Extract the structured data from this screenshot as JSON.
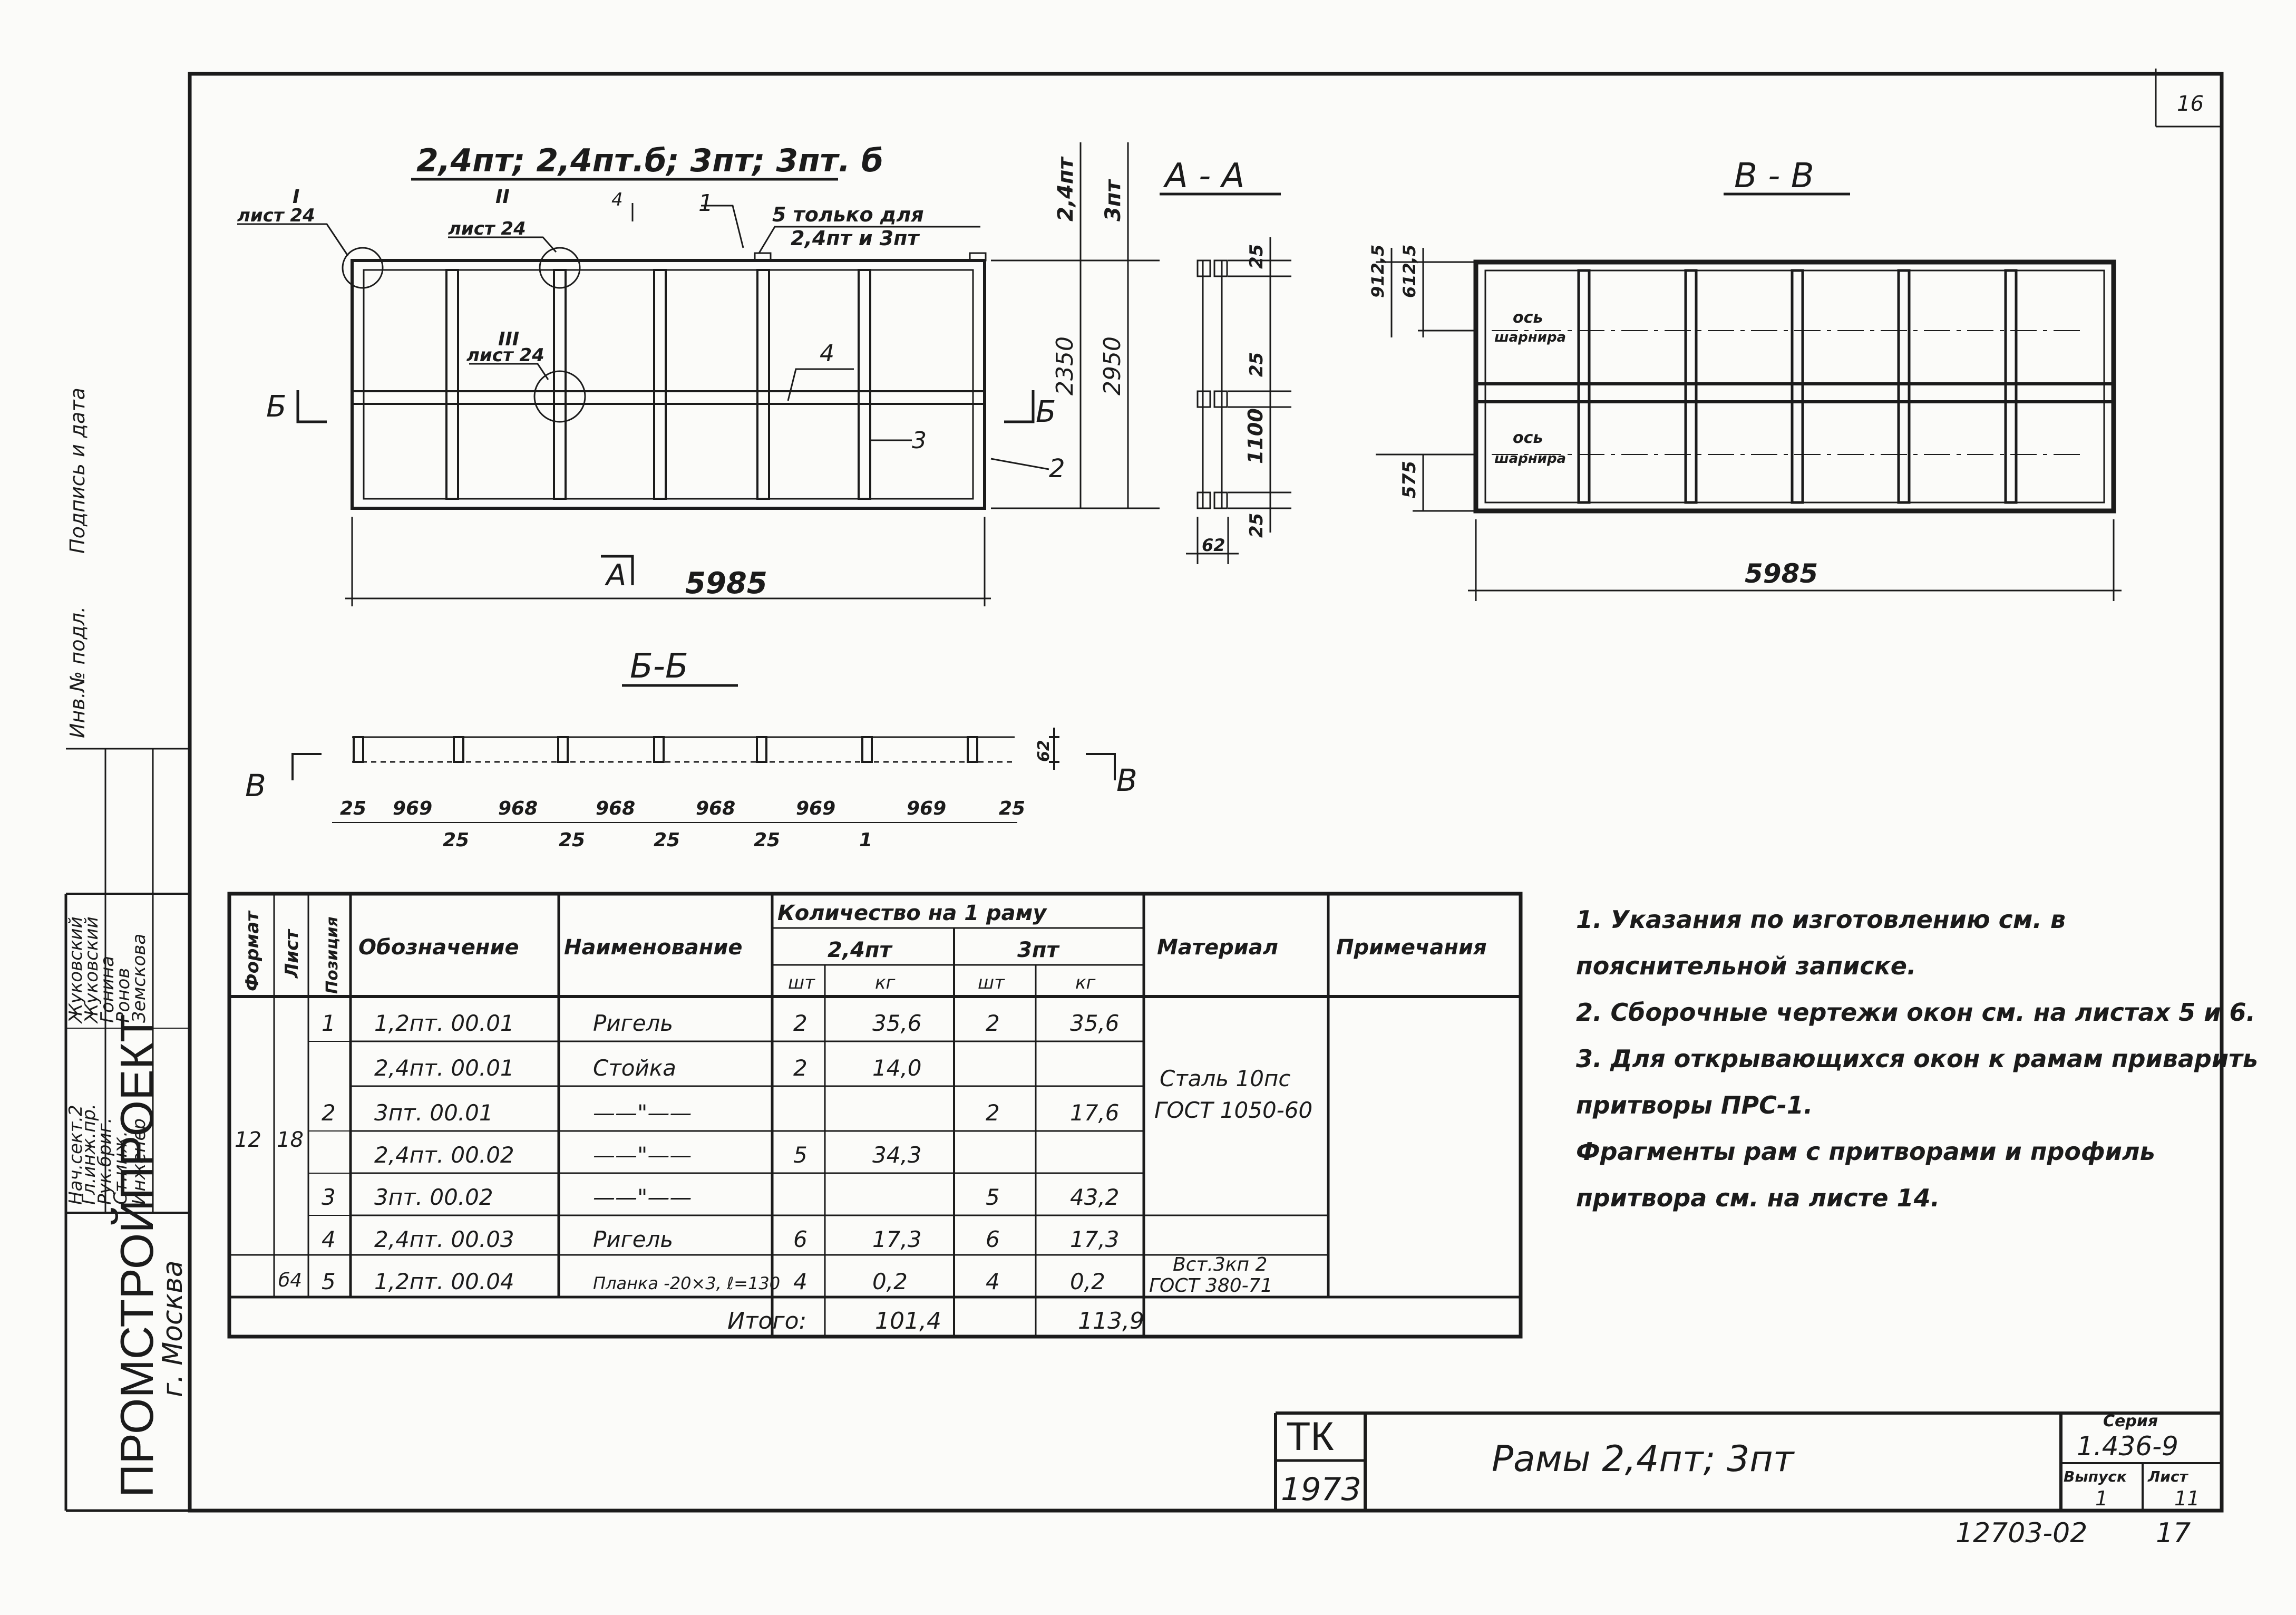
{
  "sheet_corner_number": "16",
  "views": {
    "main_title": "2,4пт; 2,4пт.б; 3пт; 3пт. б",
    "callout_1": {
      "roman": "I",
      "sheet": "лист 24"
    },
    "callout_2": {
      "roman": "II",
      "sheet": "лист 24"
    },
    "callout_3": {
      "roman": "III",
      "sheet": "лист 24"
    },
    "mark_top": "4",
    "only_for": "5 только для",
    "only_for_2": "2,4пт и 3пт",
    "pos_1": "1",
    "pos_2": "2",
    "pos_3": "3",
    "pos_4": "4",
    "cut_b_left": "Б",
    "cut_b_right": "Б",
    "cut_a": "А",
    "dim_5985": "5985",
    "dim_2350": "2350",
    "dim_2950": "2950",
    "type_24": "2,4пт",
    "type_3": "3пт",
    "aa_title": "А - А",
    "dim_25a": "25",
    "dim_25b": "25",
    "dim_25c": "25",
    "dim_1100": "1100",
    "dim_62": "62",
    "bb_title": "В - В",
    "dim_912": "912,5",
    "dim_6125": "612,5",
    "dim_575": "575",
    "axis_label": "ось",
    "hinge_label": "шарнира",
    "dim_5985b": "5985",
    "b6_title": "Б-Б",
    "cut_v_left": "В",
    "cut_v_right": "В",
    "dim_62b": "62",
    "bb_dims": [
      "25",
      "969",
      "968",
      "968",
      "968",
      "969",
      "969",
      "25"
    ],
    "bb_dims_low": [
      "25",
      "25",
      "25",
      "25",
      "1"
    ]
  },
  "table": {
    "header_format": "Формат",
    "header_sheet": "Лист",
    "header_pos": "Позиция",
    "header_designation": "Обозначение",
    "header_name": "Наименование",
    "header_qty": "Количество на 1 раму",
    "header_24": "2,4пт",
    "header_3": "3пт",
    "header_pcs_1": "шт",
    "header_kg_1": "кг",
    "header_pcs_2": "шт",
    "header_kg_2": "кг",
    "header_material": "Материал",
    "header_note": "Примечания",
    "format_value": "12",
    "sheet_value": "18",
    "sheet_value_2": "б4",
    "rows": [
      {
        "pos": "1",
        "des": "1,2пт. 00.01",
        "name": "Ригель",
        "q1": "2",
        "k1": "35,6",
        "q2": "2",
        "k2": "35,6"
      },
      {
        "pos": "",
        "des": "2,4пт. 00.01",
        "name": "Стойка",
        "q1": "2",
        "k1": "14,0",
        "q2": "",
        "k2": ""
      },
      {
        "pos": "2",
        "des": "3пт. 00.01",
        "name": "——\"——",
        "q1": "",
        "k1": "",
        "q2": "2",
        "k2": "17,6"
      },
      {
        "pos": "",
        "des": "2,4пт. 00.02",
        "name": "——\"——",
        "q1": "5",
        "k1": "34,3",
        "q2": "",
        "k2": ""
      },
      {
        "pos": "3",
        "des": "3пт. 00.02",
        "name": "——\"——",
        "q1": "",
        "k1": "",
        "q2": "5",
        "k2": "43,2"
      },
      {
        "pos": "4",
        "des": "2,4пт. 00.03",
        "name": "Ригель",
        "q1": "6",
        "k1": "17,3",
        "q2": "6",
        "k2": "17,3"
      },
      {
        "pos": "5",
        "des": "1,2пт. 00.04",
        "name": "Планка -20×3, ℓ=130",
        "q1": "4",
        "k1": "0,2",
        "q2": "4",
        "k2": "0,2"
      }
    ],
    "material_1": "Сталь 10пс",
    "material_2": "ГОСТ 1050-60",
    "material_3": "Вст.3кп 2",
    "material_4": "ГОСТ 380-71",
    "total_label": "Итого:",
    "total_24": "101,4",
    "total_3": "113,9"
  },
  "notes": [
    "1. Указания по изготовлению см. в пояснительной записке.",
    "2. Сборочные чертежи окон см. на листах 5 и 6.",
    "3. Для открывающихся окон к рамам приварить притворы ПРС-1.",
    "Фрагменты рам с притворами и профиль притвора см. на листе 14."
  ],
  "title_block": {
    "tk": "ТК",
    "year": "1973",
    "title": "Рамы 2,4пт; 3пт",
    "series_label": "Серия",
    "series_value": "1.436-9",
    "issue_label": "Выпуск",
    "issue_value": "1",
    "sheet_label": "Лист",
    "sheet_value": "11",
    "doc_number": "12703-02",
    "doc_sheet": "17"
  },
  "stamp": {
    "org": "ПРОМСТРОЙПРОЕКТ",
    "city": "г. Москва",
    "roles": [
      "Нач.сект.2",
      "Гл.инж.пр.",
      "Рук.бриг.",
      "Ст.инж.",
      "Инженер"
    ],
    "names": [
      "Жуковский",
      "Жуковский",
      "Гонина",
      "Ронов",
      "Земскова"
    ],
    "inv_label": "Инв.№ подл.",
    "sign_label": "Подпись и дата"
  }
}
